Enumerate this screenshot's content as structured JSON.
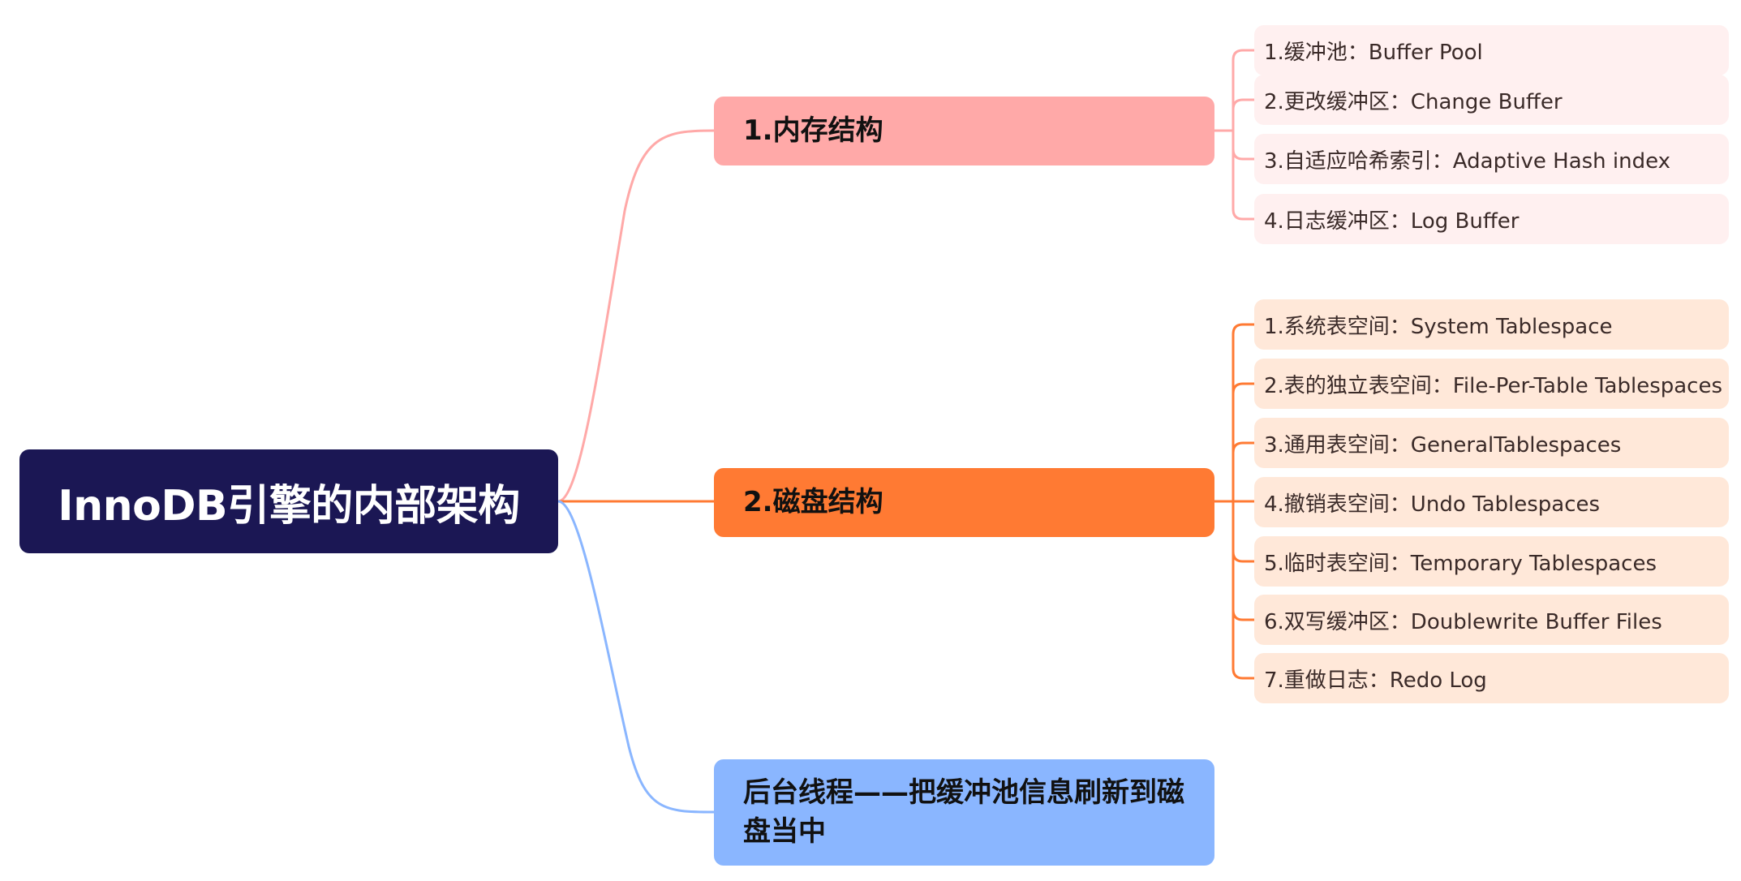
{
  "root": {
    "label": "InnoDB引擎的内部架构"
  },
  "branches": [
    {
      "label": "1.内存结构",
      "color": "#ffa9a8",
      "line_color": "#ffa9a8",
      "leaf_bg": "#fff0f0",
      "children": [
        "1.缓冲池：Buffer Pool",
        "2.更改缓冲区：Change Buffer",
        "3.自适应哈希索引：Adaptive Hash index",
        "4.日志缓冲区：Log Buffer"
      ]
    },
    {
      "label": "2.磁盘结构",
      "color": "#ff7a33",
      "line_color": "#ff7a33",
      "leaf_bg": "#ffe8d9",
      "children": [
        "1.系统表空间：System Tablespace",
        "2.表的独立表空间：File-Per-Table Tablespaces",
        "3.通用表空间：GeneralTablespaces",
        "4.撤销表空间：Undo Tablespaces",
        "5.临时表空间：Temporary Tablespaces",
        "6.双写缓冲区：Doublewrite Buffer Files",
        "7.重做日志：Redo Log"
      ]
    },
    {
      "label": "后台线程——把缓冲池信息刷新到磁盘当中",
      "color": "#8ab6ff",
      "line_color": "#8ab6ff",
      "children": []
    }
  ]
}
